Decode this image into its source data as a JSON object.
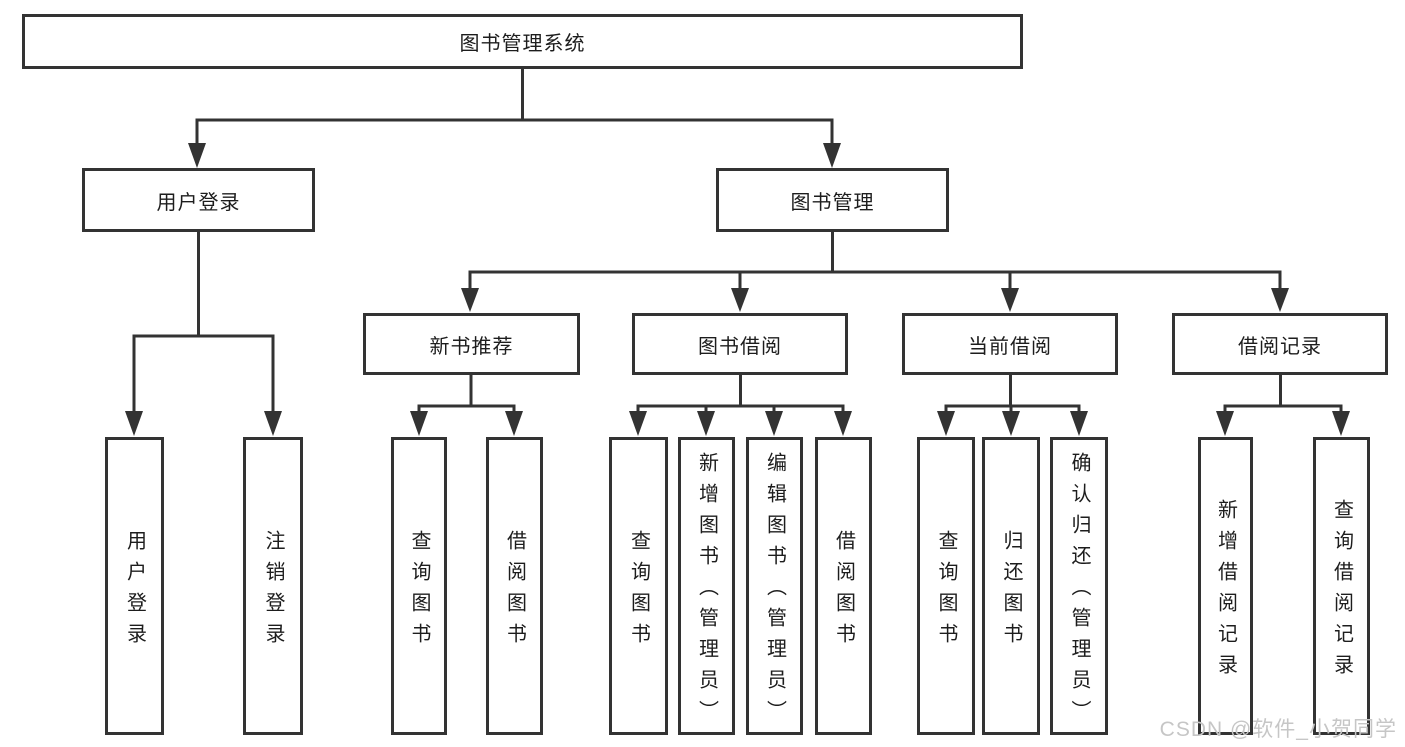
{
  "meta": {
    "background_color": "#ffffff",
    "line_color": "#333333",
    "text_color": "#1d1d1d",
    "watermark_color": "#c6c6c6"
  },
  "watermark": "CSDN @软件_小贺同学",
  "tree": {
    "root": {
      "label": "图书管理系统"
    },
    "user_login": {
      "label": "用户登录",
      "children": [
        {
          "label": "用户登录"
        },
        {
          "label": "注销登录"
        }
      ]
    },
    "book_mgmt": {
      "label": "图书管理",
      "sections": [
        {
          "label": "新书推荐",
          "children": [
            {
              "label": "查询图书"
            },
            {
              "label": "借阅图书"
            }
          ]
        },
        {
          "label": "图书借阅",
          "children": [
            {
              "label": "查询图书"
            },
            {
              "label": "新增图书（管理员）"
            },
            {
              "label": "编辑图书（管理员）"
            },
            {
              "label": "借阅图书"
            }
          ]
        },
        {
          "label": "当前借阅",
          "children": [
            {
              "label": "查询图书"
            },
            {
              "label": "归还图书"
            },
            {
              "label": "确认归还（管理员）"
            }
          ]
        },
        {
          "label": "借阅记录",
          "children": [
            {
              "label": "新增借阅记录"
            },
            {
              "label": "查询借阅记录"
            }
          ]
        }
      ]
    }
  }
}
